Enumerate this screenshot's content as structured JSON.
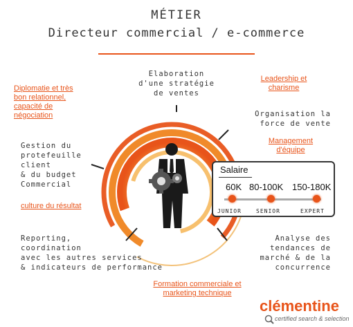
{
  "header": {
    "title_line1": "MÉTIER",
    "title_line2": "Directeur commercial / e-commerce"
  },
  "competences": {
    "strategie": [
      "Elaboration",
      "d'une stratégie",
      "de ventes"
    ],
    "organisation": [
      "Organisation la",
      "force de vente"
    ],
    "portefeuille": [
      "Gestion du",
      "protefeuille",
      "client",
      "& du budget",
      "Commercial"
    ],
    "reporting": [
      "Reporting,",
      "coordination",
      "avec les autres services",
      "& indicateurs de performance"
    ],
    "tendances": [
      "Analyse des",
      "tendances de",
      "marché & de la",
      "concurrence"
    ]
  },
  "qualites": {
    "diplomatie": [
      "Diplomatie et très",
      "bon relationnel,",
      "capacité de",
      "négociation"
    ],
    "leadership": [
      "Leadership et",
      "charisme"
    ],
    "management": [
      "Management",
      "d'équipe"
    ],
    "resultat": [
      "culture du résultat"
    ],
    "formation": [
      "Formation commerciale et",
      "marketing technique"
    ]
  },
  "salaire": {
    "title": "Salaire",
    "levels": [
      {
        "value": "60K",
        "label": "JUNIOR"
      },
      {
        "value": "80-100K",
        "label": "SENIOR"
      },
      {
        "value": "150-180K",
        "label": "EXPERT"
      }
    ]
  },
  "logo": {
    "name": "clémentine",
    "tagline": "certified search & selection"
  },
  "colors": {
    "accent": "#e8541a",
    "text": "#333333"
  }
}
